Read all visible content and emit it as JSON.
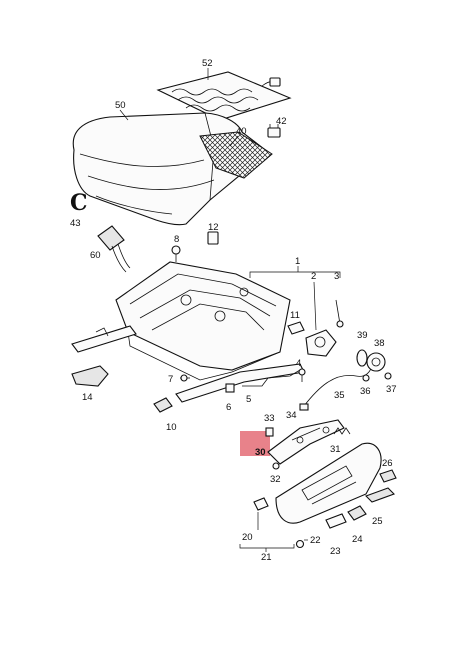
{
  "labels": {
    "p1": "1",
    "p2": "2",
    "p3": "3",
    "p4": "4",
    "p5": "5",
    "p6": "6",
    "p7": "7",
    "p8": "8",
    "p10": "10",
    "p11": "11",
    "p12": "12",
    "p14": "14",
    "p20": "20",
    "p21": "21",
    "p22": "22",
    "p23": "23",
    "p24": "24",
    "p25": "25",
    "p26": "26",
    "p30": "30",
    "p31": "31",
    "p32": "32",
    "p33": "33",
    "p34": "34",
    "p35": "35",
    "p36": "36",
    "p37": "37",
    "p38": "38",
    "p39": "39",
    "p40": "40",
    "p42": "42",
    "p43": "43",
    "p50": "50",
    "p52": "52",
    "p60": "60",
    "variant": "C"
  },
  "highlight": {
    "part": "30",
    "color": "#e8828a"
  }
}
